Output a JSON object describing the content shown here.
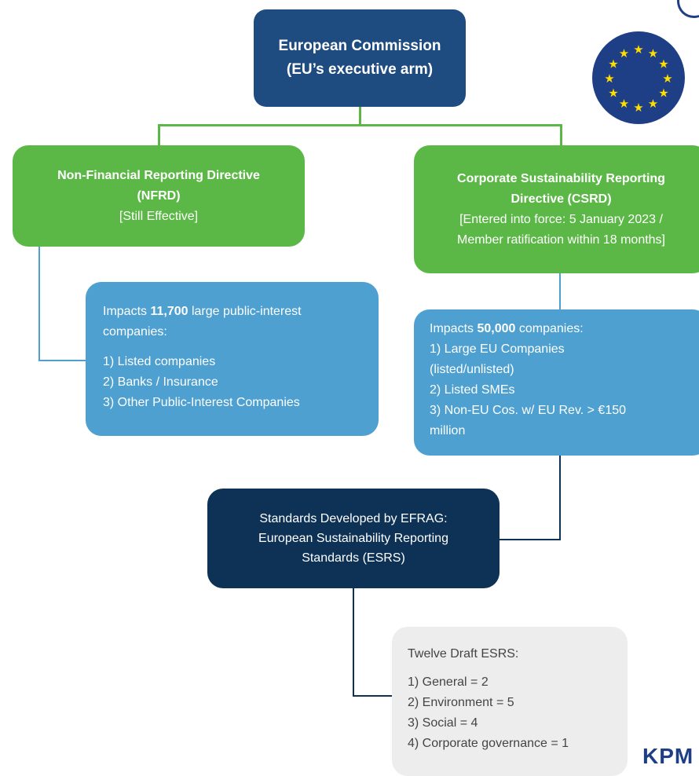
{
  "commission": {
    "line1": "European Commission",
    "line2": "(EU’s executive arm)"
  },
  "nfrd": {
    "title_line1": "Non-Financial Reporting Directive",
    "title_line2": "(NFRD)",
    "status": "[Still Effective]"
  },
  "csrd": {
    "title_line1": "Corporate Sustainability Reporting",
    "title_line2": "Directive (CSRD)",
    "status_line1": "[Entered into force: 5 January 2023 /",
    "status_line2": "Member ratification within 18 months]"
  },
  "nfrd_impact": {
    "prefix": "Impacts ",
    "count": "11,700",
    "suffix": " large public-interest",
    "line2": "companies:",
    "items": [
      "1) Listed companies",
      "2) Banks / Insurance",
      "3) Other Public-Interest Companies"
    ]
  },
  "csrd_impact": {
    "prefix": "Impacts ",
    "count": "50,000",
    "suffix": " companies:",
    "items": [
      "1) Large EU Companies",
      "(listed/unlisted)",
      "2) Listed SMEs",
      "3) Non-EU Cos. w/ EU Rev. > €150",
      "million"
    ]
  },
  "efrag": {
    "line1": "Standards Developed by EFRAG:",
    "line2": "European Sustainability Reporting",
    "line3": "Standards (ESRS)"
  },
  "esrs": {
    "title": "Twelve Draft ESRS:",
    "items": [
      "1) General = 2",
      "2) Environment = 5",
      "3) Social = 4",
      "4) Corporate governance = 1"
    ]
  },
  "logo_text": "KPM",
  "colors": {
    "commission": "#1e4b80",
    "directive_green": "#5cb846",
    "green_connector": "#5cb846",
    "impact_blue": "#4da0cf",
    "efrag_navy": "#0d3256",
    "esrs_grey": "#ededed",
    "eu_flag_blue": "#1e3f86",
    "eu_flag_stars": "#ffdd00"
  }
}
